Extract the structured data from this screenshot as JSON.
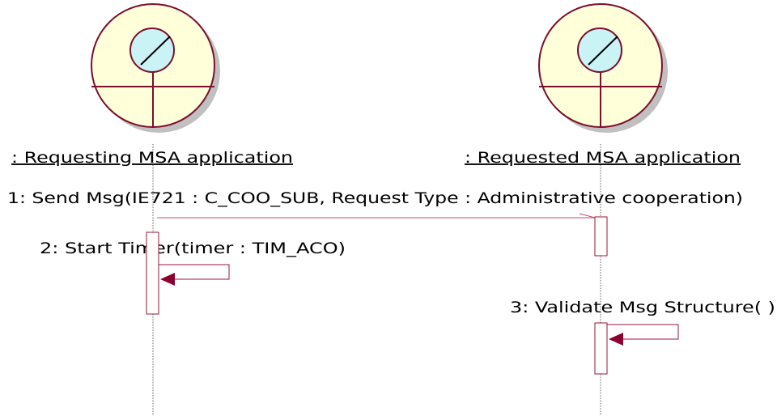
{
  "diagram": {
    "objects": [
      {
        "id": "requesting",
        "name": ": Requesting MSA application"
      },
      {
        "id": "requested",
        "name": ": Requested MSA application"
      }
    ],
    "messages": [
      {
        "number": "1",
        "label": "1: Send Msg(IE721 : C_COO_SUB, Request Type : Administrative cooperation)",
        "from": "requesting",
        "to": "requested"
      },
      {
        "number": "2",
        "label": "2: Start Timer(timer : TIM_ACO)",
        "from": "requesting",
        "to": "requesting"
      },
      {
        "number": "3",
        "label": "3: Validate Msg Structure( )",
        "from": "requested",
        "to": "requested"
      }
    ]
  },
  "colors": {
    "icon_fill": "#ffffd9",
    "icon_stroke": "#7b0f2e",
    "icon_shadow": "#c0c0c0",
    "lens_fill": "#c9f3f5",
    "activation_stroke": "#99163b",
    "message_line": "#bd4d6d",
    "arrowhead": "#8c0030",
    "lifeline": "#606060"
  }
}
